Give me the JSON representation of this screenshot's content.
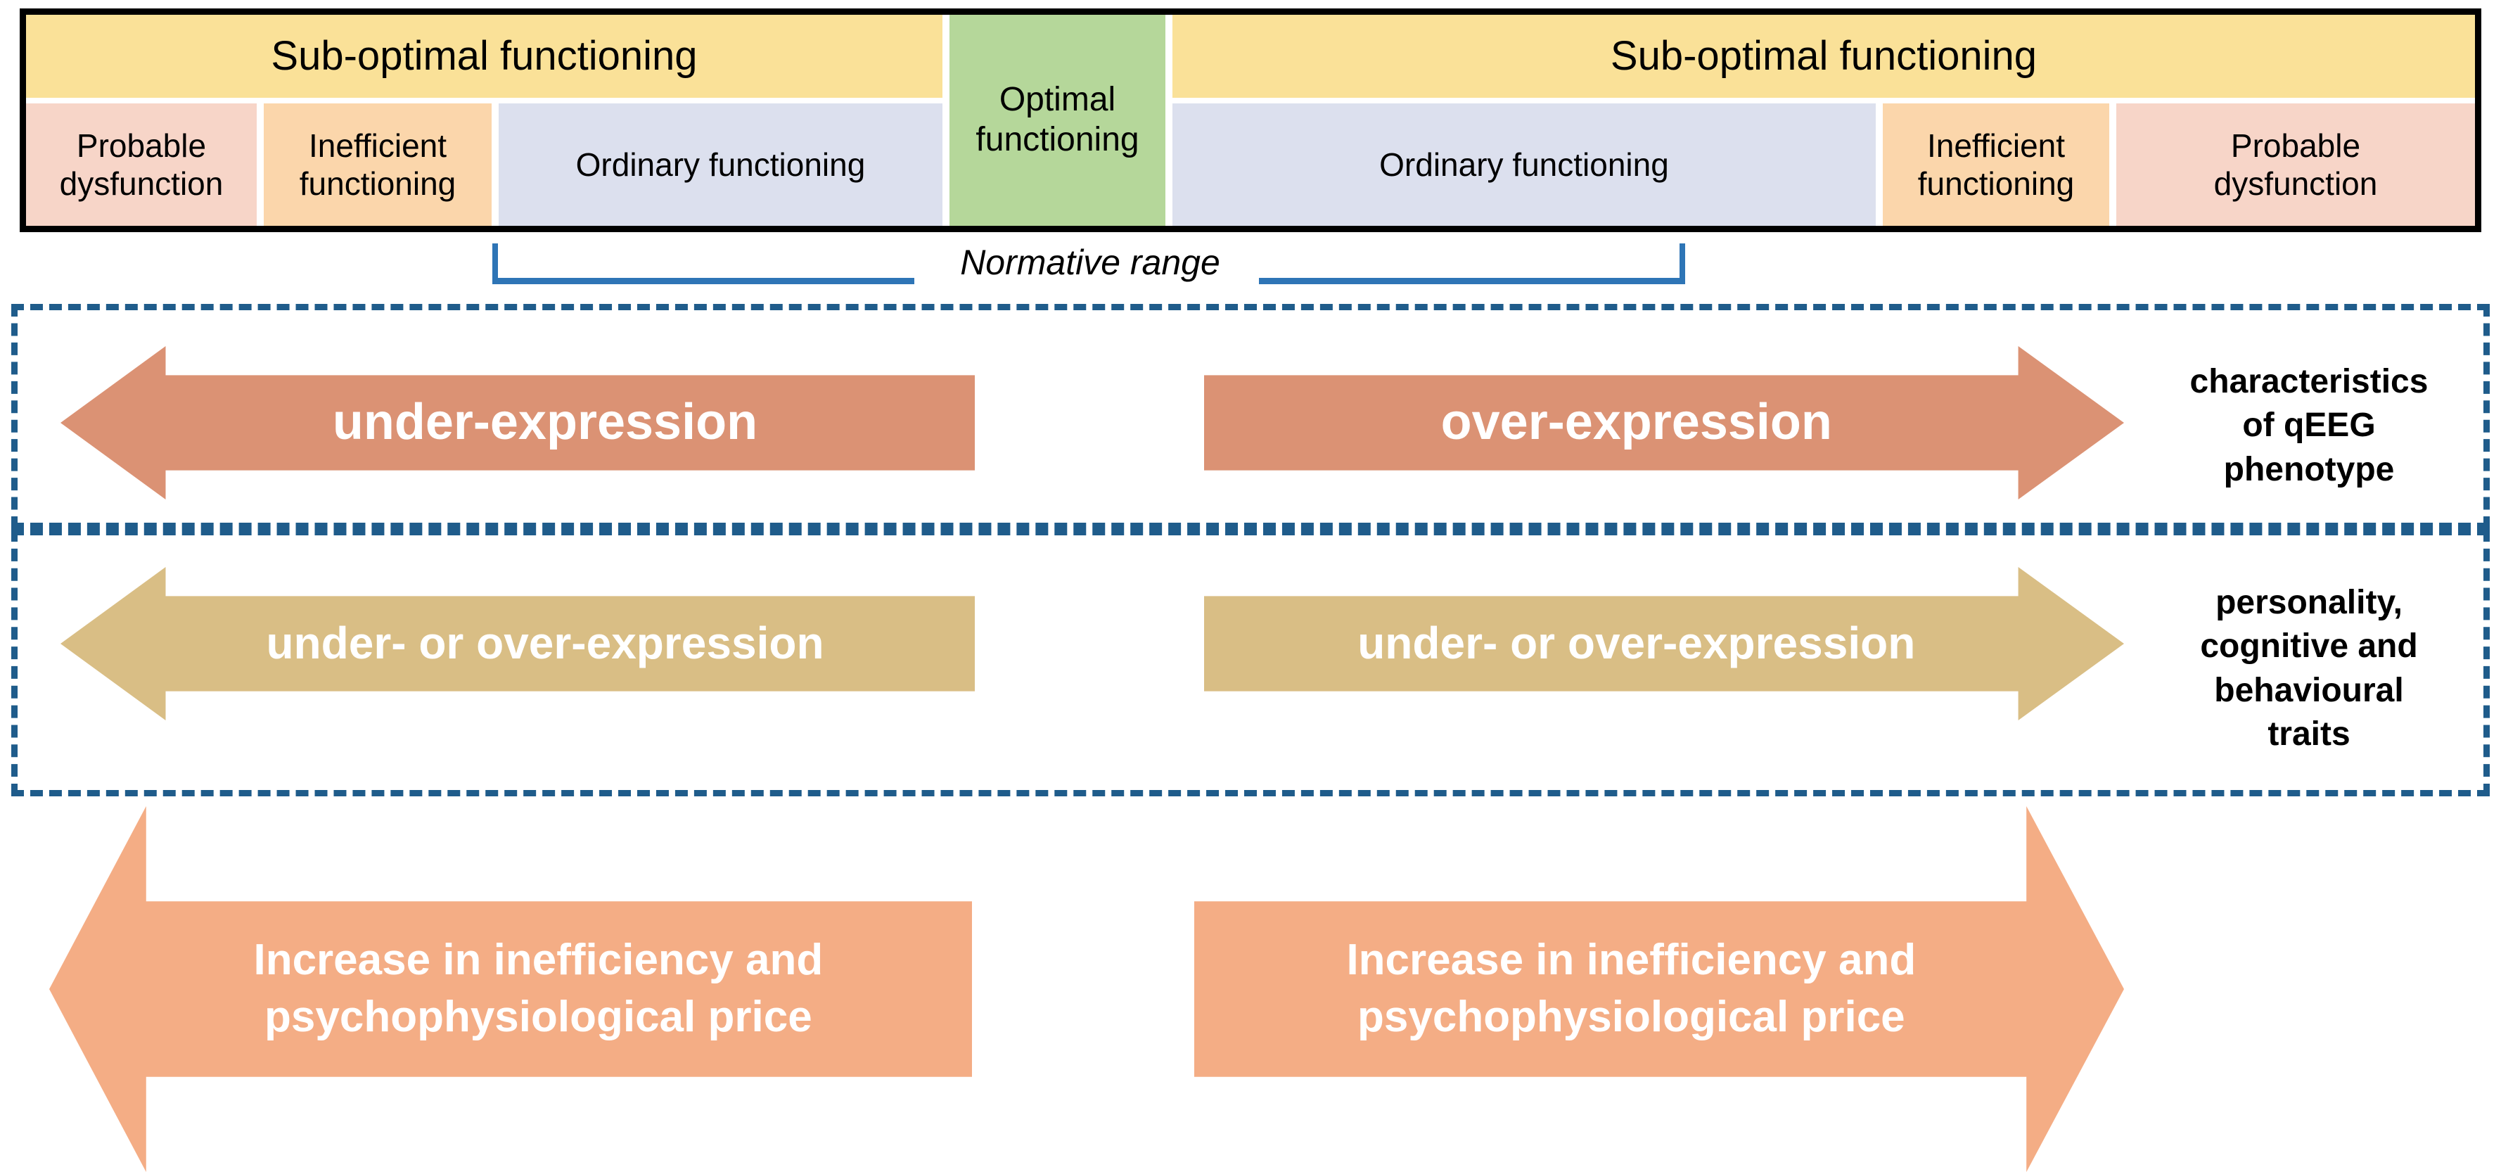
{
  "top_bar": {
    "top_row": [
      {
        "label": "Sub-optimal functioning",
        "color": "#FAE198"
      },
      {
        "label": "Sub-optimal functioning",
        "color": "#FAE198"
      }
    ],
    "center": {
      "label": "Optimal\nfunctioning",
      "line1": "Optimal",
      "line2": "functioning",
      "color": "#B5D79A"
    },
    "bottom_row_left": [
      {
        "line1": "Probable",
        "line2": "dysfunction",
        "color": "#F7D5C8"
      },
      {
        "line1": "Inefficient",
        "line2": "functioning",
        "color": "#FBD6AB"
      },
      {
        "line1": "Ordinary functioning",
        "line2": "",
        "color": "#DCE0EE"
      }
    ],
    "bottom_row_right": [
      {
        "line1": "Ordinary functioning",
        "line2": "",
        "color": "#DCE0EE"
      },
      {
        "line1": "Inefficient",
        "line2": "functioning",
        "color": "#FBD6AB"
      },
      {
        "line1": "Probable",
        "line2": "dysfunction",
        "color": "#F7D5C8"
      }
    ],
    "border_color": "#000000"
  },
  "normative": {
    "label": "Normative range",
    "bracket_color": "#2E75B6"
  },
  "rows": {
    "qeeg": {
      "left_arrow_label": "under-expression",
      "right_arrow_label": "over-expression",
      "arrow_color": "#DB9274",
      "caption_line1": "characteristics",
      "caption_line2": "of qEEG",
      "caption_line3": "phenotype",
      "box_border_color": "#1F5C8B"
    },
    "traits": {
      "left_arrow_label": "under- or over-expression",
      "right_arrow_label": "under- or over-expression",
      "arrow_color": "#D9BE85",
      "caption_line1": "personality,",
      "caption_line2": "cognitive and",
      "caption_line3": "behavioural",
      "caption_line4": "traits",
      "box_border_color": "#1F5C8B"
    },
    "price": {
      "left_arrow_line1": "Increase in inefficiency and",
      "left_arrow_line2": "psychophysiological  price",
      "right_arrow_line1": "Increase in inefficiency and",
      "right_arrow_line2": "psychophysiological  price",
      "arrow_color": "#F4AD85"
    }
  }
}
